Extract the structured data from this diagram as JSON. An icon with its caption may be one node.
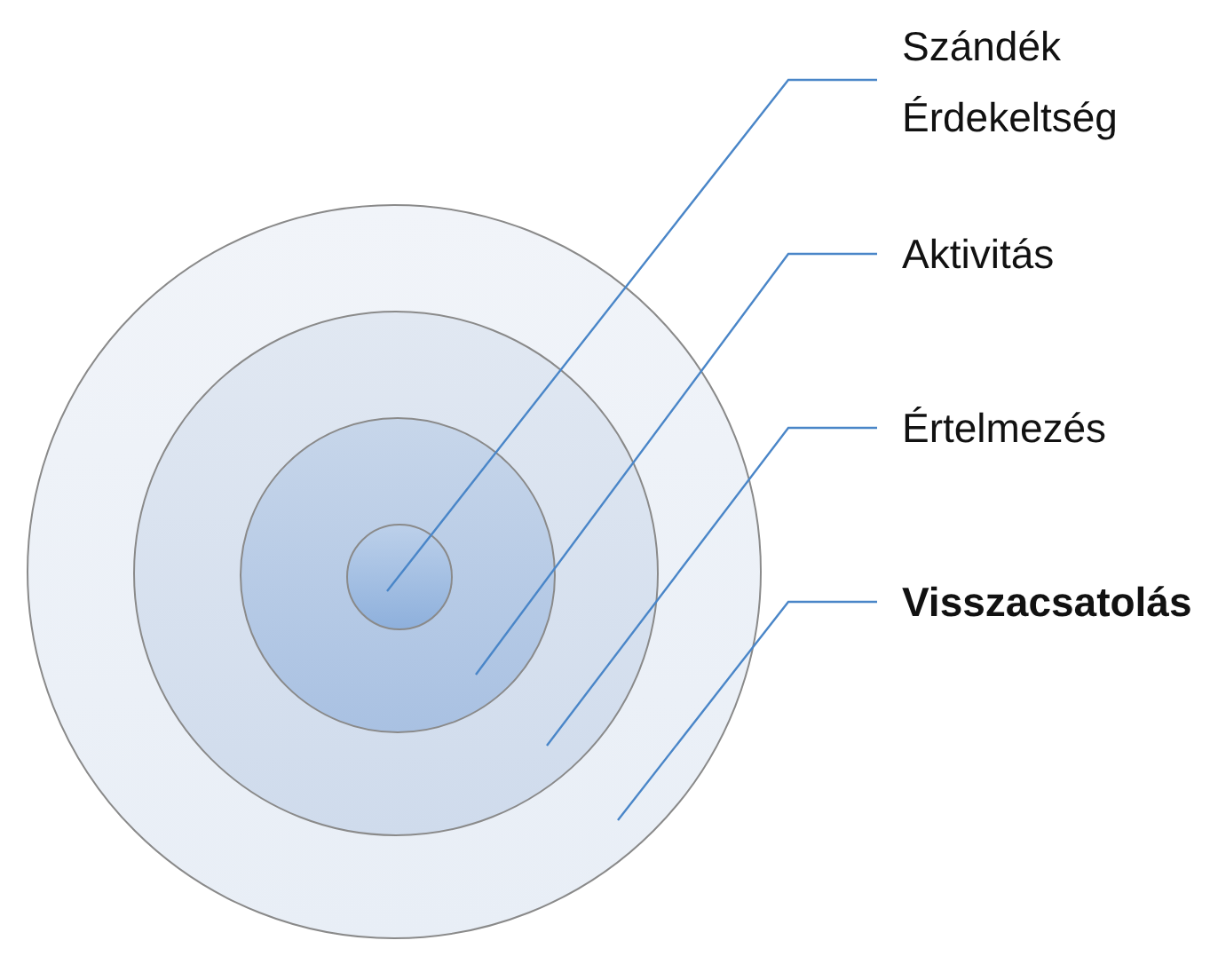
{
  "diagram": {
    "nodes": [
      {
        "text": [],
        "shape": "circle"
      },
      {
        "text": [],
        "shape": "circle",
        "in": 0
      },
      {
        "text": [],
        "shape": "circle",
        "in": 1
      },
      {
        "text": [],
        "shape": "circle",
        "in": 2
      },
      {
        "text": [
          "Szándék Érdekeltség"
        ]
      },
      {
        "text": [
          "Aktivitás"
        ]
      },
      {
        "text": [
          "Értelmezés"
        ]
      },
      {
        "text": [
          "Visszacsatolás"
        ]
      }
    ],
    "edges": [
      {
        "from": 4,
        "to": 3,
        "arrow": "none"
      },
      {
        "from": 5,
        "to": 2,
        "arrow": "none"
      },
      {
        "from": 6,
        "to": 1,
        "arrow": "none"
      },
      {
        "from": 7,
        "to": 0,
        "arrow": "none"
      }
    ]
  }
}
